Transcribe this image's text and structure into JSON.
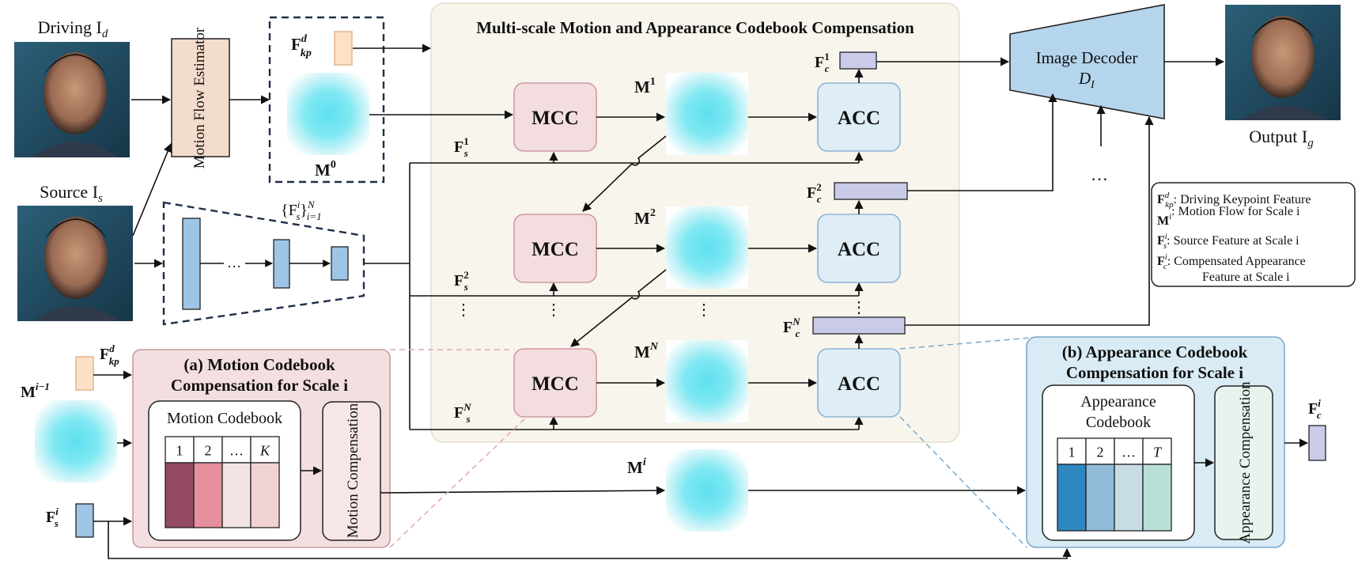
{
  "inputs": {
    "driving_label": "Driving I",
    "driving_sub": "d",
    "source_label": "Source I",
    "source_sub": "s",
    "output_label": "Output I",
    "output_sub": "g"
  },
  "estimator": {
    "label": "Motion Flow Estimator"
  },
  "flows": {
    "m0": {
      "base": "M",
      "sup": "0"
    },
    "m1": {
      "base": "M",
      "sup": "1"
    },
    "m2": {
      "base": "M",
      "sup": "2"
    },
    "mN": {
      "base": "M",
      "sup": "N"
    },
    "mi": {
      "base": "M",
      "sup": "i"
    },
    "mi_prev": {
      "base": "M",
      "sup": "i−1"
    }
  },
  "features": {
    "fkp": {
      "base": "F",
      "sup": "d",
      "sub": "kp"
    },
    "fs_set": {
      "text": "{F",
      "sup": "i",
      "sub": "s",
      "tail": "}",
      "tail_sup": "N",
      "tail_sub": "i=1"
    },
    "fs1": {
      "base": "F",
      "sup": "1",
      "sub": "s"
    },
    "fs2": {
      "base": "F",
      "sup": "2",
      "sub": "s"
    },
    "fsN": {
      "base": "F",
      "sup": "N",
      "sub": "s"
    },
    "fsi": {
      "base": "F",
      "sup": "i",
      "sub": "s"
    },
    "fc1": {
      "base": "F",
      "sup": "1",
      "sub": "c"
    },
    "fc2": {
      "base": "F",
      "sup": "2",
      "sub": "c"
    },
    "fcN": {
      "base": "F",
      "sup": "N",
      "sub": "c"
    },
    "fci": {
      "base": "F",
      "sup": "i",
      "sub": "c"
    }
  },
  "main_panel": {
    "title": "Multi-scale Motion and Appearance Codebook Compensation",
    "mcc_label": "MCC",
    "acc_label": "ACC",
    "ellipsis_v": "⋮",
    "ellipsis_h": "…"
  },
  "decoder": {
    "label": "Image Decoder",
    "symbol": "D",
    "symbol_sub": "I",
    "ellipsis": "…"
  },
  "legend": {
    "items": [
      {
        "base": "F",
        "sup": "d",
        "sub": "kp",
        "text": ": Driving Keypoint Feature"
      },
      {
        "base": "M",
        "sup": "i",
        "sub": "",
        "text": ": Motion Flow for Scale i"
      },
      {
        "base": "F",
        "sup": "i",
        "sub": "s",
        "text": ": Source Feature at Scale i"
      },
      {
        "base": "F",
        "sup": "i",
        "sub": "c",
        "text": ": Compensated Appearance"
      }
    ],
    "continuation": "Feature at Scale i"
  },
  "panel_a": {
    "title_line1": "(a) Motion Codebook",
    "title_line2": "Compensation for Scale i",
    "codebook_title": "Motion Codebook",
    "cells": [
      "1",
      "2",
      "…",
      "K"
    ],
    "colors": [
      "#934a62",
      "#e6909d",
      "#f3e3e3",
      "#f0d2d2"
    ],
    "compensation_label": "Motion Compensation"
  },
  "panel_b": {
    "title_line1": "(b) Appearance Codebook",
    "title_line2": "Compensation for Scale i",
    "codebook_title_line1": "Appearance",
    "codebook_title_line2": "Codebook",
    "cells": [
      "1",
      "2",
      "…",
      "T"
    ],
    "colors": [
      "#2e87bf",
      "#8fbbd9",
      "#c7dce4",
      "#b9dfd9"
    ],
    "compensation_label": "Appearance Compensation"
  },
  "colors": {
    "panel_bg": "#f8f5ec",
    "mcc_fill": "#f4dde0",
    "mcc_stroke": "#cf9aa4",
    "acc_fill": "#deedf6",
    "acc_stroke": "#8fb3d3",
    "feature_fill": "#c9cbe8",
    "feature_stroke": "#222222",
    "kp_fill": "#fce1c6",
    "kp_stroke": "#e3b48d",
    "blue_fill": "#9ec5e6",
    "decoder_fill": "#b5d5ec",
    "panel_a_fill": "#f4dfe0",
    "panel_a_stroke": "#c9999f",
    "panel_b_fill": "#d9ebf5",
    "panel_b_stroke": "#7aa9cc",
    "appearance_comp_fill": "#e9f3ee",
    "motion_comp_fill": "#f6e6e8",
    "estimator_fill": "#f3dccb"
  }
}
